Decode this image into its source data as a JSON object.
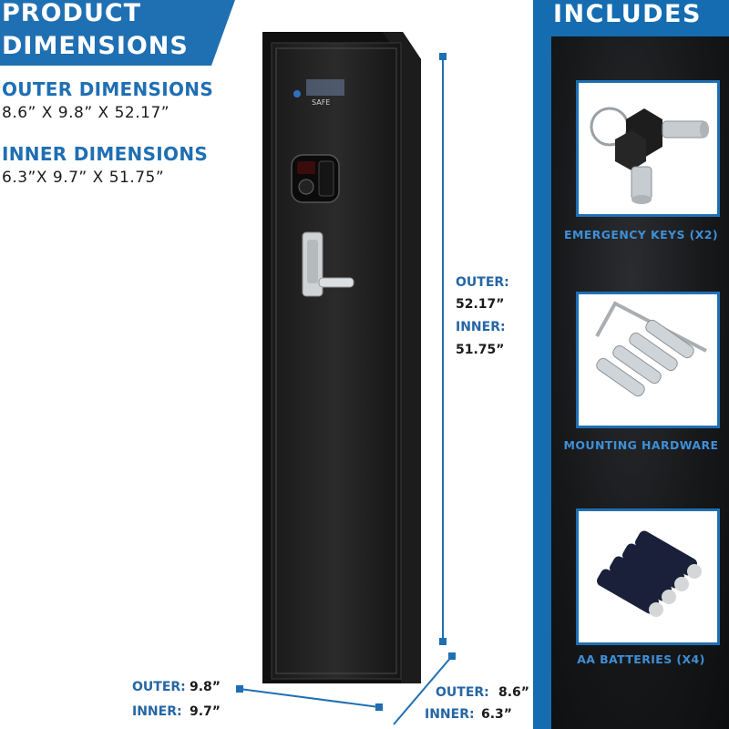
{
  "header": {
    "title_line1": "PRODUCT",
    "title_line2": "DIMENSIONS"
  },
  "specs": {
    "outer": {
      "heading": "OUTER DIMENSIONS",
      "value": "8.6” X 9.8” X 52.17”"
    },
    "inner": {
      "heading": "INNER DIMENSIONS",
      "value": "6.3”X 9.7” X 51.75”"
    }
  },
  "safe": {
    "brand": "SAFE"
  },
  "height_dims": {
    "outer_label": "OUTER:",
    "outer_value": "52.17”",
    "inner_label": "INNER:",
    "inner_value": "51.75”"
  },
  "width_dims": {
    "outer_label": "OUTER:",
    "outer_value": "9.8”",
    "inner_label": "INNER:",
    "inner_value": "9.7”"
  },
  "depth_dims": {
    "outer_label": "OUTER:",
    "outer_value": "8.6”",
    "inner_label": "INNER:",
    "inner_value": "6.3”"
  },
  "includes": {
    "title": "INCLUDES",
    "items": [
      {
        "caption": "EMERGENCY KEYS (X2)"
      },
      {
        "caption": "MOUNTING HARDWARE"
      },
      {
        "caption": "AA BATTERIES (X4)"
      }
    ]
  },
  "colors": {
    "accent": "#1f6fb3",
    "panel_dark": "#17181a",
    "caption_blue": "#3f8fd6"
  }
}
